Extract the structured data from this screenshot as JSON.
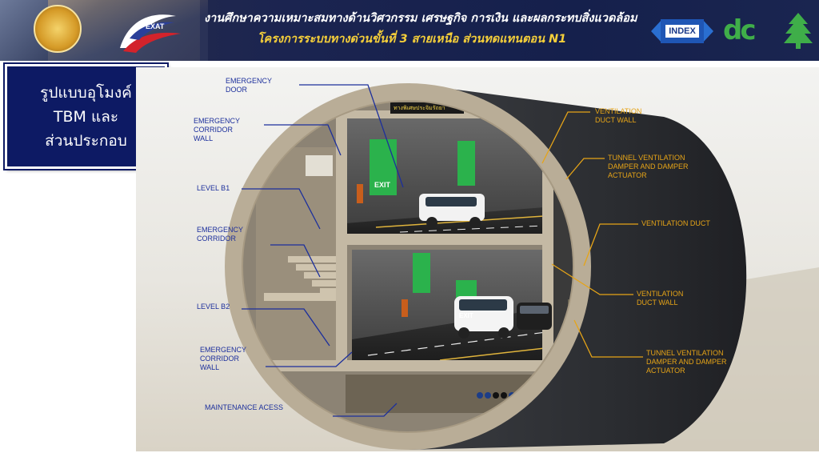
{
  "header": {
    "title_line1": "งานศึกษาความเหมาะสมทางด้านวิศวกรรม เศรษฐกิจ การเงิน และผลกระทบสิ่งแวดล้อม",
    "title_line2": "โครงการระบบทางด่วนขั้นที่ 3 สายเหนือ ส่วนทดแทนตอน N1",
    "exat_label": "EXAT",
    "index_label": "INDEX",
    "dc_label": "dc"
  },
  "title_box": {
    "line1": "รูปแบบอุโมงค์",
    "line2": "TBM และ",
    "line3": "ส่วนประกอบ"
  },
  "signs": {
    "exit": "EXIT",
    "direction": "ทางพิเศษประจิมรัถยา"
  },
  "labels_left": [
    {
      "key": "emergency_door",
      "lines": [
        "EMERGENCY",
        "DOOR"
      ]
    },
    {
      "key": "emergency_corridor_wall_top",
      "lines": [
        "EMERGENCY",
        "CORRIDOR",
        "WALL"
      ]
    },
    {
      "key": "level_b1",
      "lines": [
        "LEVEL B1"
      ]
    },
    {
      "key": "emergency_corridor",
      "lines": [
        "EMERGENCY",
        "CORRIDOR"
      ]
    },
    {
      "key": "level_b2",
      "lines": [
        "LEVEL B2"
      ]
    },
    {
      "key": "emergency_corridor_wall_bottom",
      "lines": [
        "EMERGENCY",
        "CORRIDOR",
        "WALL"
      ]
    },
    {
      "key": "maintenance_access",
      "lines": [
        "MAINTENANCE ACESS"
      ]
    }
  ],
  "labels_right": [
    {
      "key": "ventilation_duct_wall_top",
      "lines": [
        "VENTILATION",
        "DUCT WALL"
      ]
    },
    {
      "key": "damper_top",
      "lines": [
        "TUNNEL VENTILATION",
        "DAMPER AND DAMPER",
        "ACTUATOR"
      ]
    },
    {
      "key": "ventilation_duct",
      "lines": [
        "VENTILATION DUCT"
      ]
    },
    {
      "key": "ventilation_duct_wall_bottom",
      "lines": [
        "VENTILATION",
        "DUCT WALL"
      ]
    },
    {
      "key": "damper_bottom",
      "lines": [
        "TUNNEL VENTILATION",
        "DAMPER AND DAMPER",
        "ACTUATOR"
      ]
    }
  ],
  "colors": {
    "header_bg": "#15204c",
    "title_box_bg": "#0d1a64",
    "label_blue": "#1c2f9c",
    "label_orange": "#e6a417",
    "tunnel_shell": "#2b2d31",
    "concrete_ring": "#b9ad97",
    "exit_sign": "#2bb24c"
  }
}
